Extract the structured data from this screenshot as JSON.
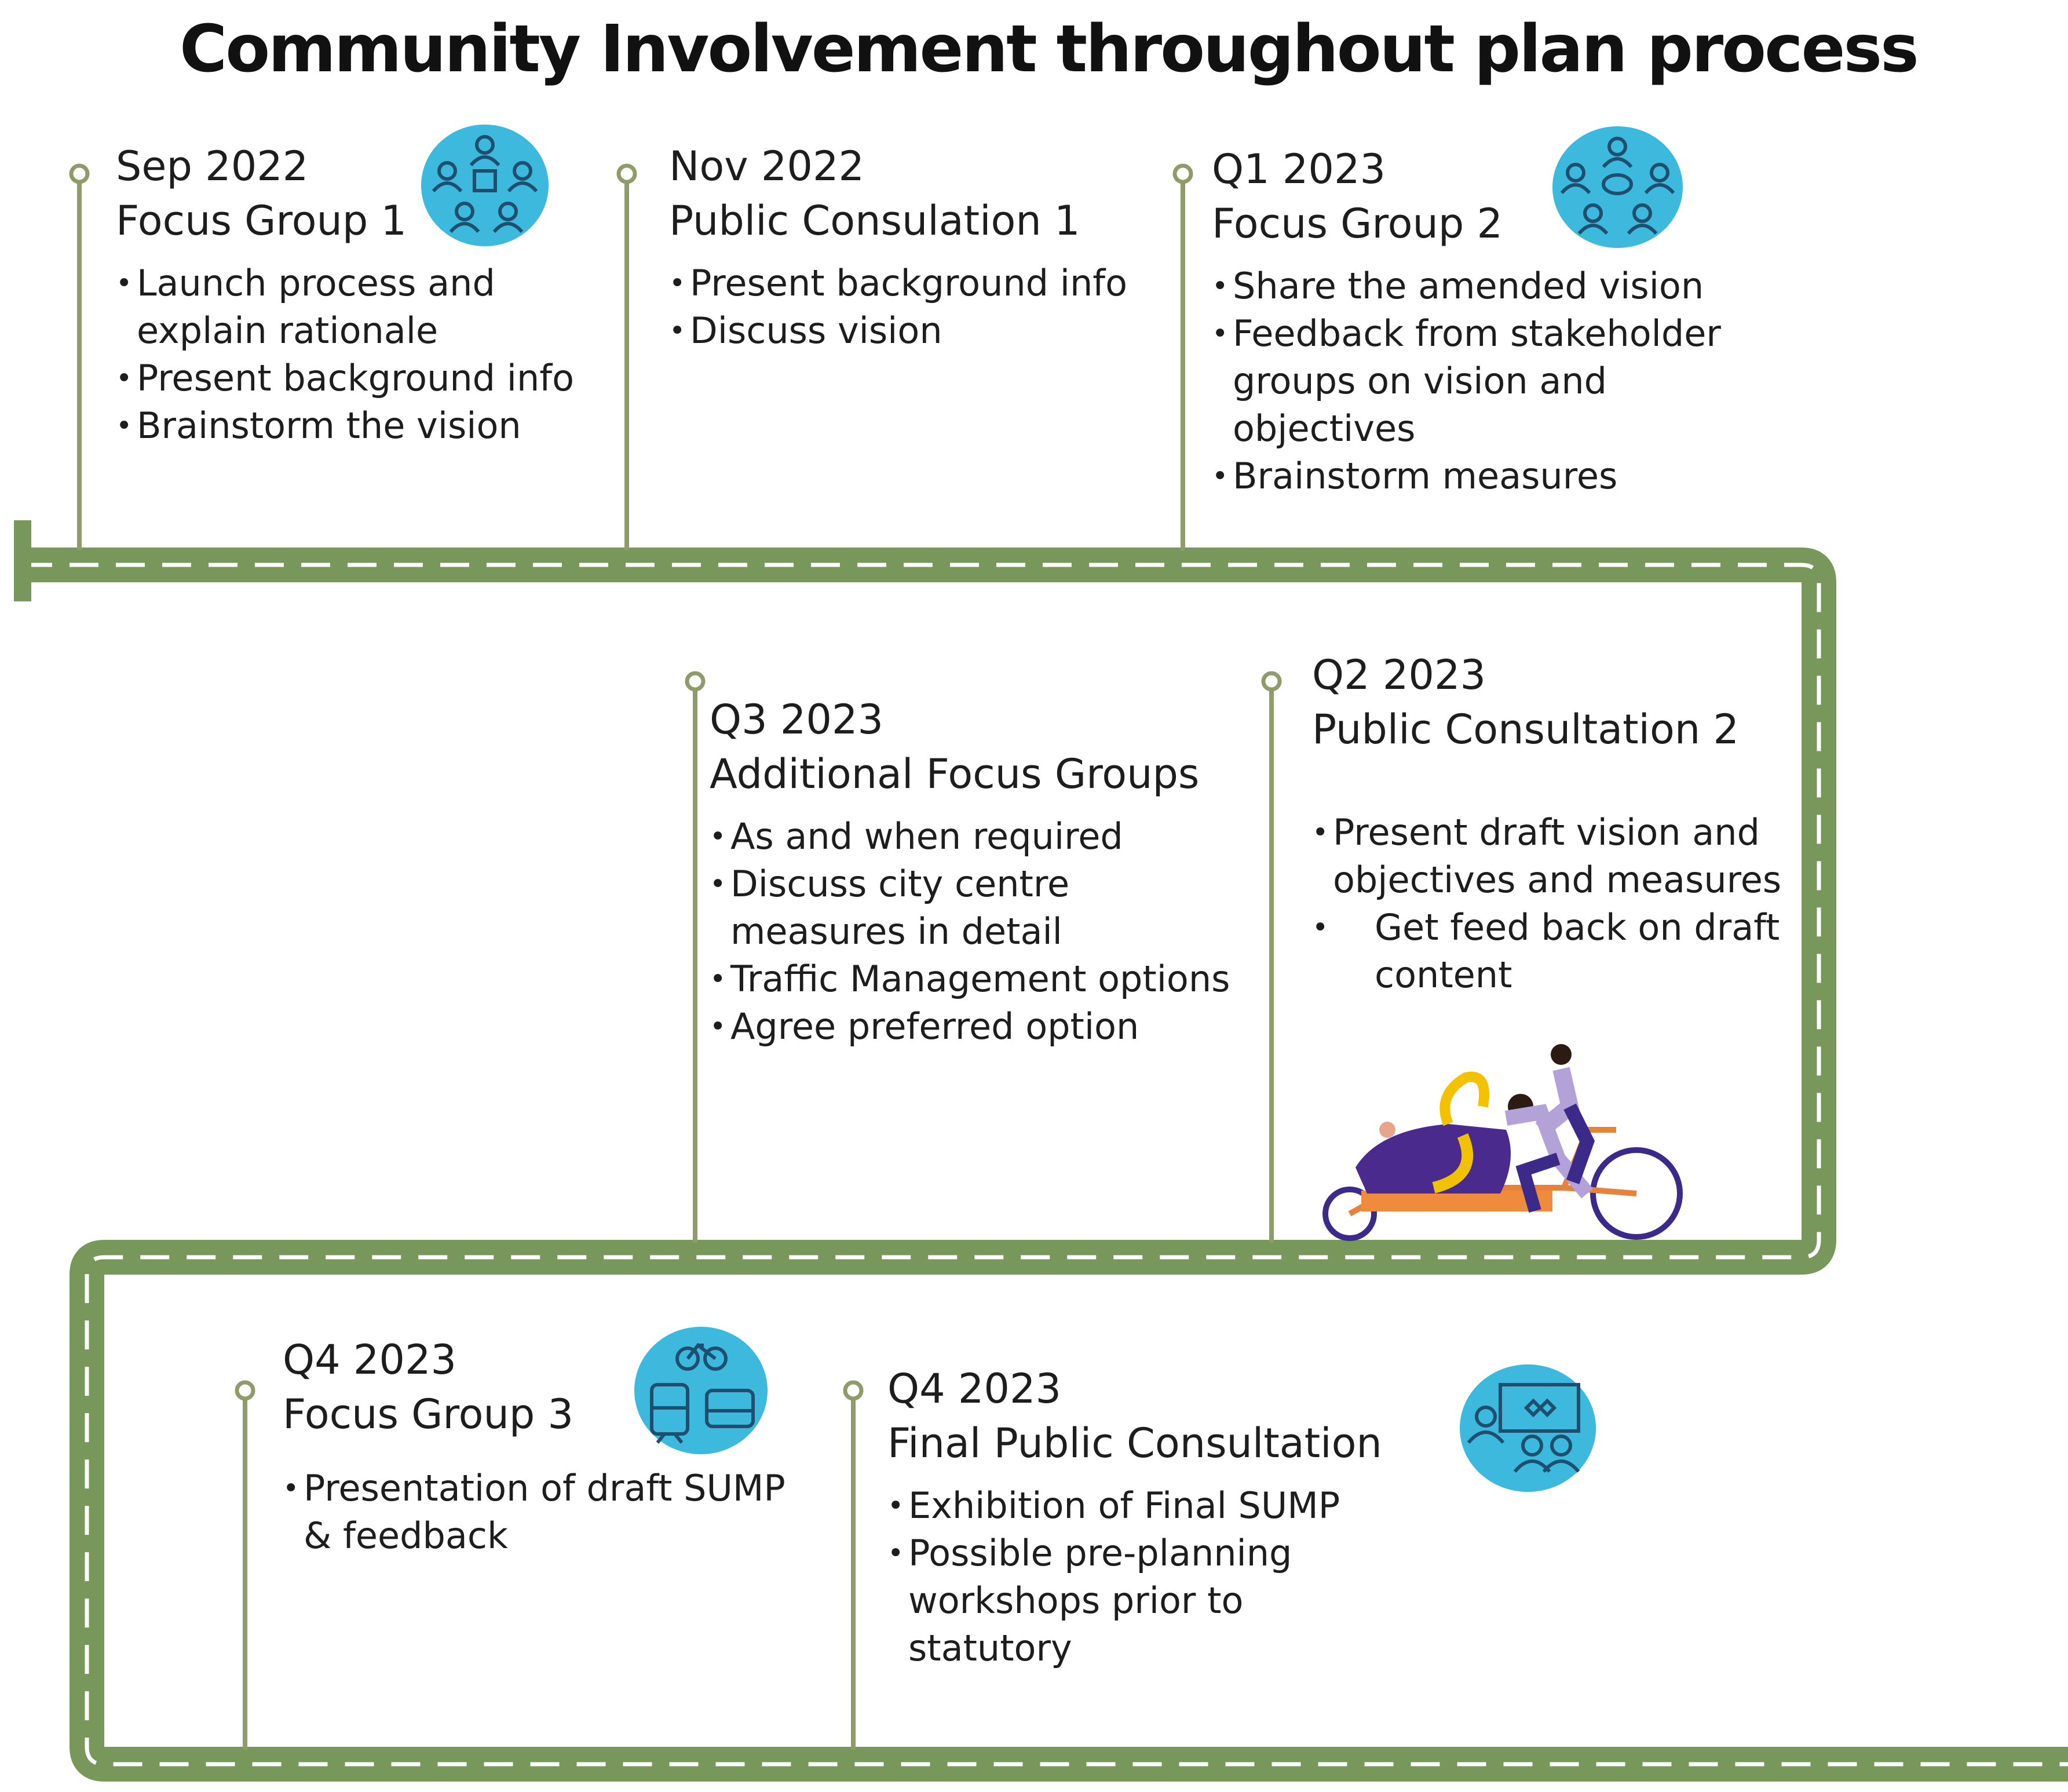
{
  "title": "Community Involvement throughout plan process",
  "colors": {
    "road": "#78975a",
    "road_dash": "#ffffff",
    "icon_bg": "#3cb9dc",
    "icon_line": "#1e4f6e",
    "stem": "#8f9c6a"
  },
  "milestones": [
    {
      "date": "Sep 2022",
      "name": "Focus Group 1",
      "bullets": [
        "Launch process and explain rationale",
        "Present background info",
        "Brainstorm the vision"
      ],
      "icon": "focus-group-people-icon"
    },
    {
      "date": "Nov 2022",
      "name": "Public Consulation 1",
      "bullets": [
        "Present background info",
        "Discuss vision"
      ]
    },
    {
      "date": "Q1 2023",
      "name": "Focus Group 2",
      "bullets": [
        "Share the amended vision",
        "Feedback from stakeholder groups on vision and objectives",
        "Brainstorm measures"
      ],
      "icon": "discussion-group-icon"
    },
    {
      "date": "Q3 2023",
      "name": "Additional Focus Groups",
      "bullets": [
        "As and when required",
        "Discuss city centre measures in detail",
        "Traffic Management options",
        "Agree preferred option"
      ]
    },
    {
      "date": "Q2 2023",
      "name": "Public Consultation 2",
      "bullets": [
        "Present draft vision and objectives and measures",
        "Get feed back on draft content"
      ],
      "illustration": "cargo-bike-illustration"
    },
    {
      "date": "Q4 2023",
      "name": "Focus Group 3",
      "bullets": [
        "Presentation of draft SUMP & feedback"
      ],
      "icon": "transport-modes-icon"
    },
    {
      "date": "Q4 2023",
      "name": "Final Public Consultation",
      "bullets": [
        "Exhibition of Final SUMP",
        "Possible pre-planning workshops prior to statutory"
      ],
      "icon": "presentation-audience-icon"
    }
  ]
}
